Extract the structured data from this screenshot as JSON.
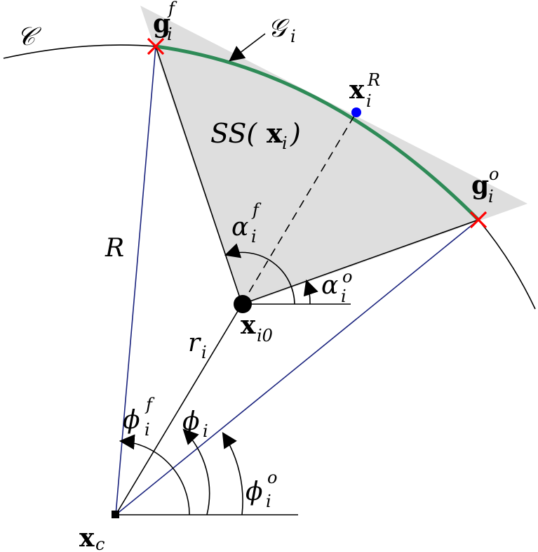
{
  "labels": {
    "curve": "𝒞",
    "region": "𝒢",
    "region_sub": "i",
    "gf_base": "g",
    "gf_sub": "i",
    "gf_sup": "f",
    "go_base": "g",
    "go_sub": "i",
    "go_sup": "o",
    "xR_base": "x",
    "xR_sub": "i",
    "xR_sup": "R",
    "ss_prefix": "SS(",
    "ss_x": "x",
    "ss_sub": "i",
    "ss_suffix": ")",
    "R": "R",
    "alpha_f_base": "α",
    "alpha_f_sub": "i",
    "alpha_f_sup": "f",
    "alpha_o_base": "α",
    "alpha_o_sub": "i",
    "alpha_o_sup": "o",
    "xi0_base": "x",
    "xi0_sub": "i0",
    "ri_base": "r",
    "ri_sub": "i",
    "phi_f_base": "ϕ",
    "phi_f_sub": "i",
    "phi_f_sup": "f",
    "phi_base": "ϕ",
    "phi_sub": "i",
    "phi_o_base": "ϕ",
    "phi_o_sub": "i",
    "phi_o_sup": "o",
    "xc_base": "x",
    "xc_sub": "c"
  },
  "colors": {
    "shade": "#dedede",
    "arc": "#2e8b57",
    "radius_lines": "#1a237e",
    "cross": "#ff0000",
    "point": "#0000ff",
    "ink": "#000000"
  }
}
